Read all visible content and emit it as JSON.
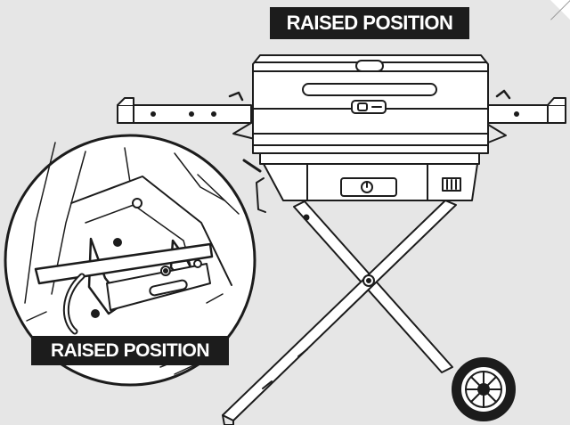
{
  "labels": {
    "main": "RAISED POSITION",
    "inset": "RAISED POSITION"
  },
  "colors": {
    "background": "#e6e6e6",
    "linework": "#1c1c1c",
    "label_background": "#1c1c1c",
    "label_text": "#ffffff"
  },
  "icons": [
    "grill-drawing",
    "latch-detail-drawing",
    "wheel-icon"
  ]
}
